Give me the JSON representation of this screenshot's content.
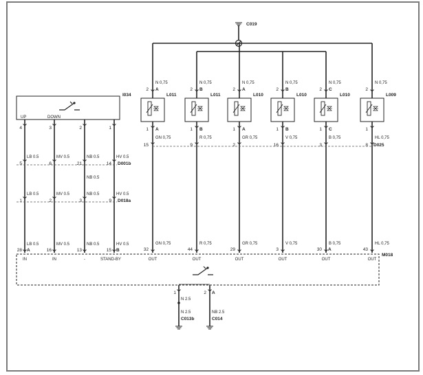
{
  "ground_top": "C019",
  "lamps": [
    {
      "code": "L011",
      "pin_top": "2",
      "letter_top": "A",
      "wire_top": "N 0,75",
      "pin_bot": "1",
      "letter_bot": "A",
      "d025_pin": "15",
      "wire_mid": "GN 0,75",
      "m018_pin": "32",
      "wire_bot": "GN 0,75",
      "out": "OUT"
    },
    {
      "code": "L011",
      "pin_top": "2",
      "letter_top": "B",
      "wire_top": "N 0,75",
      "pin_bot": "1",
      "letter_bot": "B",
      "d025_pin": "9",
      "wire_mid": "R 0,75",
      "m018_pin": "44",
      "wire_bot": "R 0,75",
      "out": "OUT"
    },
    {
      "code": "L010",
      "pin_top": "2",
      "letter_top": "A",
      "wire_top": "N 0,75",
      "pin_bot": "1",
      "letter_bot": "A",
      "d025_pin": "2",
      "wire_mid": "GR 0,75",
      "m018_pin": "29",
      "wire_bot": "GR 0,75",
      "out": "OUT"
    },
    {
      "code": "L010",
      "pin_top": "2",
      "letter_top": "B",
      "wire_top": "N 0,75",
      "pin_bot": "1",
      "letter_bot": "B",
      "d025_pin": "16",
      "wire_mid": "V 0,75",
      "m018_pin": "3",
      "wire_bot": "V 0,75",
      "out": "OUT"
    },
    {
      "code": "L010",
      "pin_top": "2",
      "letter_top": "C",
      "wire_top": "N 0,75",
      "pin_bot": "1",
      "letter_bot": "C",
      "d025_pin": "3",
      "wire_mid": "B 0,75",
      "m018_pin": "30",
      "letter_m018": "A",
      "wire_bot": "B 0,75",
      "out": "OUT"
    },
    {
      "code": "L009",
      "pin_top": "2",
      "letter_top": "",
      "wire_top": "N 0,75",
      "pin_bot": "1",
      "letter_bot": "",
      "d025_pin": "8",
      "wire_mid": "HL 0,75",
      "m018_pin": "43",
      "wire_bot": "HL 0,75",
      "out": "OUT"
    }
  ],
  "d025": "D025",
  "i034": {
    "code": "I034",
    "up": "UP",
    "down": "DOWN"
  },
  "left_wires": [
    {
      "i034_pin": "4",
      "d001_pin": "5",
      "d001_letter": "",
      "w1": "LB 0.5",
      "d018_pin": "1",
      "w2": "LB 0.5",
      "m018_pin": "28",
      "m018_letter": "A",
      "w3": "LB 0.5",
      "label": "IN"
    },
    {
      "i034_pin": "3",
      "d001_pin": "6",
      "d001_letter": "",
      "w1": "MV 0.5",
      "d018_pin": "2",
      "w2": "MV 0.5",
      "m018_pin": "16",
      "m018_letter": "",
      "w3": "MV 0.5",
      "label": "IN"
    },
    {
      "i034_pin": "2",
      "d001_pin": "21",
      "d001_letter": "",
      "w1": "NB 0.5",
      "d018_pin": "3",
      "w2": "NB 0.5",
      "m018_pin": "13",
      "m018_letter": "",
      "w3": "NB 0.5",
      "label": "-"
    },
    {
      "i034_pin": "1",
      "d001_pin": "14",
      "d001_letter": "",
      "w1": "HV 0.5",
      "d018_pin": "9",
      "w2": "HV 0.5",
      "m018_pin": "15",
      "m018_letter": "B",
      "w3": "HV 0.5",
      "label": "STAND-BY"
    }
  ],
  "mid_nb": "NB 0.5",
  "d001": "D001b",
  "d018": "D018a",
  "m018": "M018",
  "bottom": {
    "pin1": "1",
    "pin2": "2",
    "letter2": "A",
    "wire1a": "N 2.5",
    "wire1b": "N 2.5",
    "code1": "C013b",
    "wire2": "NB 2.5",
    "code2": "C014"
  }
}
